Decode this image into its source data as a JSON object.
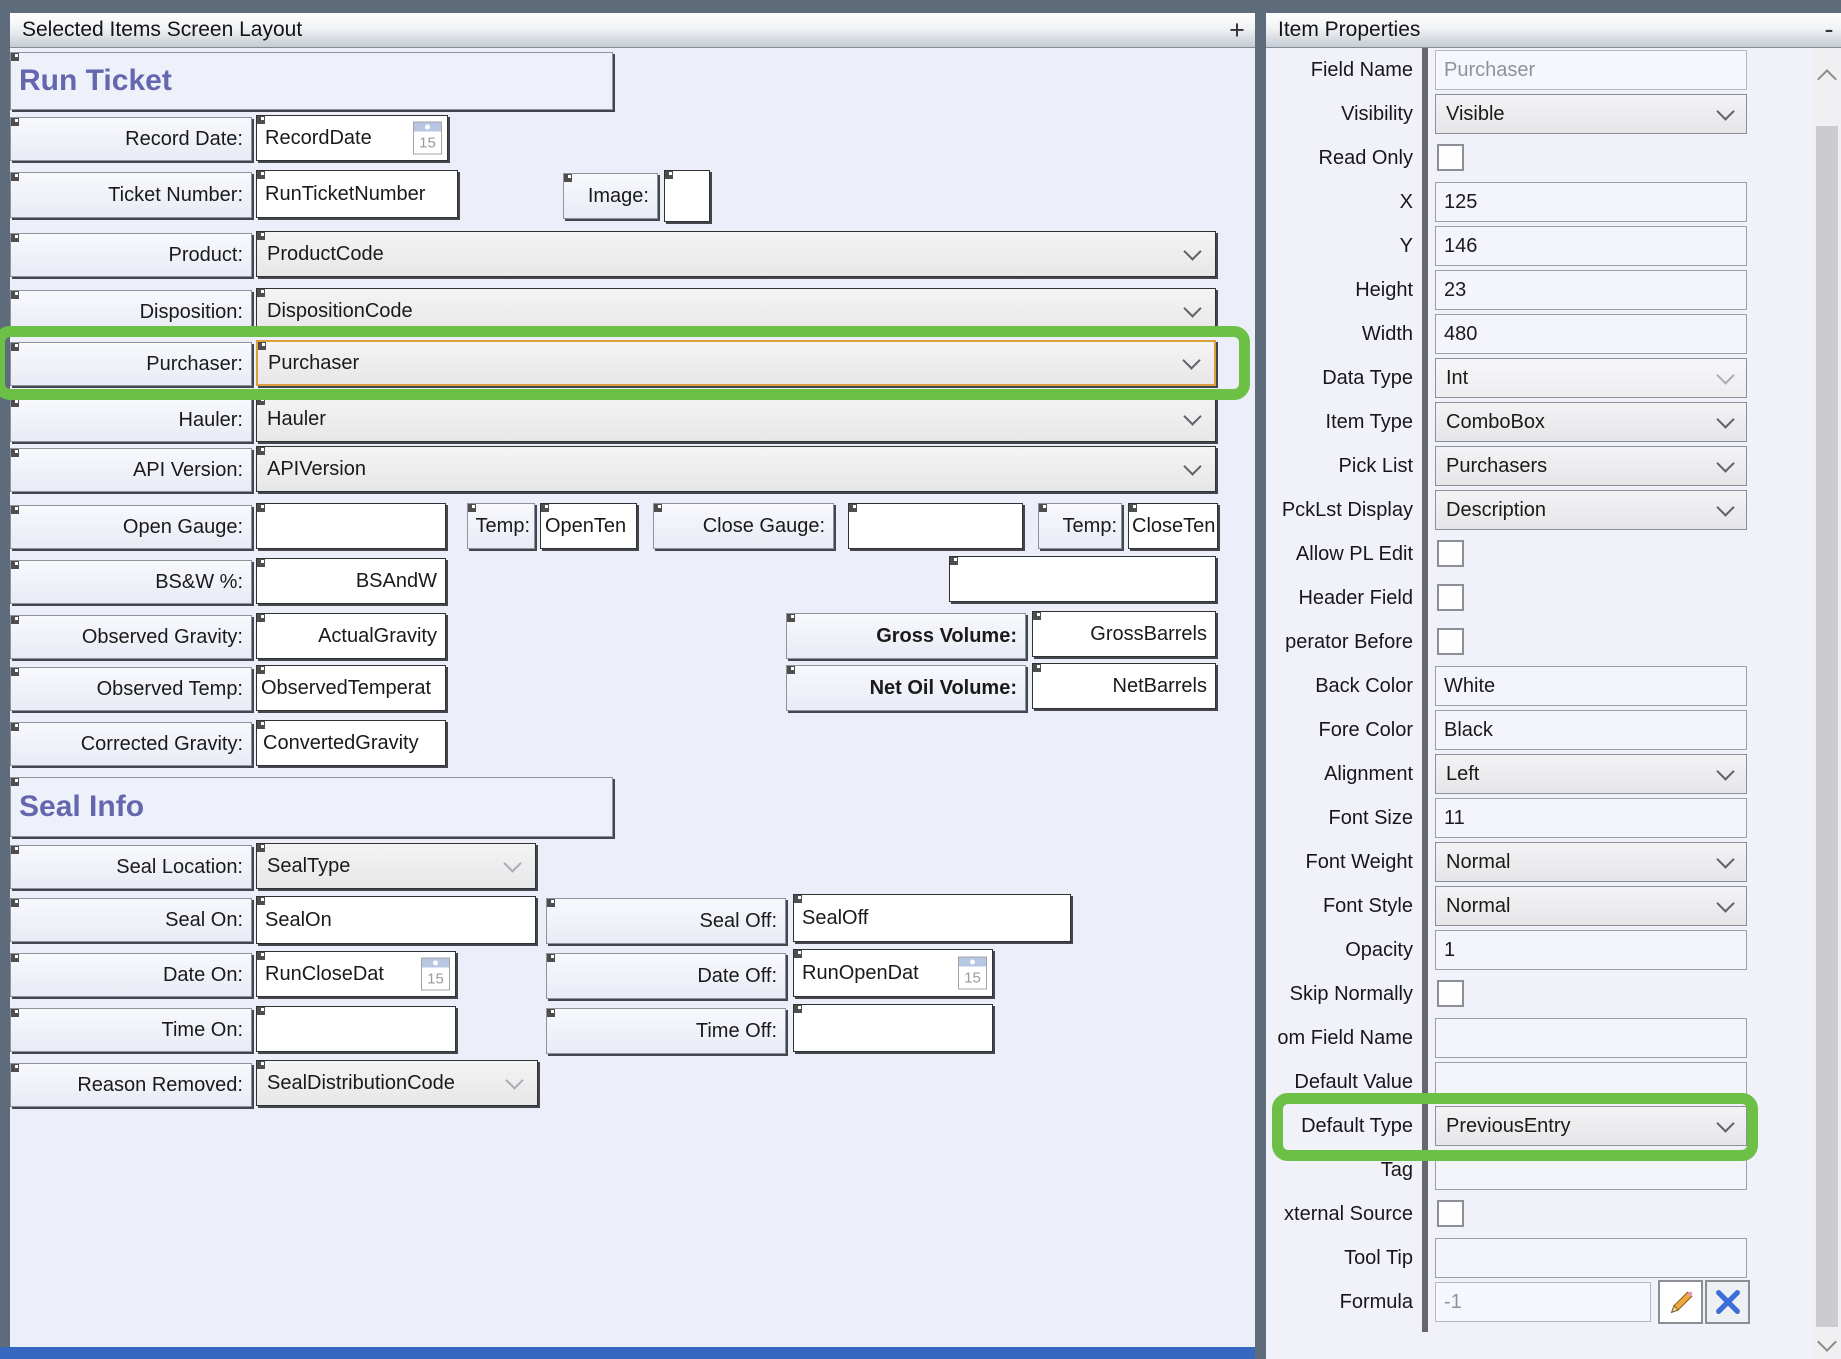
{
  "window": {
    "left_panel_title": "Selected Items Screen Layout",
    "left_panel_add": "+",
    "right_panel_title": "Item Properties",
    "right_panel_collapse": "-"
  },
  "left_panel": {
    "section_run_ticket": "Run Ticket",
    "section_seal_info": "Seal Info",
    "date_icon_day": "15",
    "fields": {
      "record_date": {
        "label": "Record Date:",
        "value": "RecordDate"
      },
      "ticket_number": {
        "label": "Ticket Number:",
        "value": "RunTicketNumber"
      },
      "image": {
        "label": "Image:",
        "value": ""
      },
      "product": {
        "label": "Product:",
        "value": "ProductCode"
      },
      "disposition": {
        "label": "Disposition:",
        "value": "DispositionCode"
      },
      "purchaser": {
        "label": "Purchaser:",
        "value": "Purchaser"
      },
      "hauler": {
        "label": "Hauler:",
        "value": "Hauler"
      },
      "api_version": {
        "label": "API Version:",
        "value": "APIVersion"
      },
      "open_gauge": {
        "label": "Open Gauge:",
        "value": ""
      },
      "open_temp": {
        "label": "Temp:",
        "value": "OpenTen"
      },
      "close_gauge": {
        "label": "Close Gauge:",
        "value": ""
      },
      "close_temp": {
        "label": "Temp:",
        "value": "CloseTen"
      },
      "bsw": {
        "label": "BS&W %:",
        "value": "BSAndW"
      },
      "observed_gravity": {
        "label": "Observed Gravity:",
        "value": "ActualGravity"
      },
      "observed_temp": {
        "label": "Observed Temp:",
        "value": "ObservedTemperat"
      },
      "corrected_gravity": {
        "label": "Corrected Gravity:",
        "value": "ConvertedGravity"
      },
      "gross_volume": {
        "label": "Gross Volume:",
        "value": "GrossBarrels"
      },
      "net_oil_volume": {
        "label": "Net Oil Volume:",
        "value": "NetBarrels"
      },
      "seal_location": {
        "label": "Seal Location:",
        "value": "SealType"
      },
      "seal_on": {
        "label": "Seal On:",
        "value": "SealOn"
      },
      "seal_off": {
        "label": "Seal Off:",
        "value": "SealOff"
      },
      "date_on": {
        "label": "Date On:",
        "value": "RunCloseDat"
      },
      "date_off": {
        "label": "Date Off:",
        "value": "RunOpenDat"
      },
      "time_on": {
        "label": "Time On:",
        "value": ""
      },
      "time_off": {
        "label": "Time Off:",
        "value": ""
      },
      "reason_removed": {
        "label": "Reason Removed:",
        "value": "SealDistributionCode"
      }
    }
  },
  "right_panel": {
    "properties": [
      {
        "label": "Field Name",
        "type": "textbox-disabled",
        "value": "Purchaser"
      },
      {
        "label": "Visibility",
        "type": "combo",
        "value": "Visible"
      },
      {
        "label": "Read Only",
        "type": "checkbox",
        "checked": false
      },
      {
        "label": "X",
        "type": "textbox",
        "value": "125"
      },
      {
        "label": "Y",
        "type": "textbox",
        "value": "146"
      },
      {
        "label": "Height",
        "type": "textbox",
        "value": "23"
      },
      {
        "label": "Width",
        "type": "textbox",
        "value": "480"
      },
      {
        "label": "Data Type",
        "type": "combo-disabled",
        "value": "Int"
      },
      {
        "label": "Item Type",
        "type": "combo",
        "value": "ComboBox"
      },
      {
        "label": "Pick List",
        "type": "combo",
        "value": "Purchasers"
      },
      {
        "label": "PckLst Display",
        "type": "combo",
        "value": "Description"
      },
      {
        "label": "Allow PL Edit",
        "type": "checkbox",
        "checked": false
      },
      {
        "label": "Header Field",
        "type": "checkbox",
        "checked": false
      },
      {
        "label": "perator Before",
        "type": "checkbox",
        "checked": false
      },
      {
        "label": "Back Color",
        "type": "textbox",
        "value": "White"
      },
      {
        "label": "Fore Color",
        "type": "textbox",
        "value": "Black"
      },
      {
        "label": "Alignment",
        "type": "combo",
        "value": "Left"
      },
      {
        "label": "Font Size",
        "type": "textbox",
        "value": "11"
      },
      {
        "label": "Font Weight",
        "type": "combo",
        "value": "Normal"
      },
      {
        "label": "Font Style",
        "type": "combo",
        "value": "Normal"
      },
      {
        "label": "Opacity",
        "type": "textbox",
        "value": "1"
      },
      {
        "label": "Skip Normally",
        "type": "checkbox",
        "checked": false
      },
      {
        "label": "om Field Name",
        "type": "textbox",
        "value": ""
      },
      {
        "label": "Default Value",
        "type": "textbox",
        "value": ""
      },
      {
        "label": "Default Type",
        "type": "combo",
        "value": "PreviousEntry",
        "highlight": true
      },
      {
        "label": "Tag",
        "type": "textbox",
        "value": ""
      },
      {
        "label": "xternal Source",
        "type": "checkbox",
        "checked": false
      },
      {
        "label": "Tool Tip",
        "type": "textbox",
        "value": ""
      },
      {
        "label": "Formula",
        "type": "formula",
        "value": "-1"
      }
    ]
  },
  "colors": {
    "annotation_green": "#6cc046",
    "selection_orange": "#dd9f3d",
    "section_header_text": "#6467ae"
  }
}
